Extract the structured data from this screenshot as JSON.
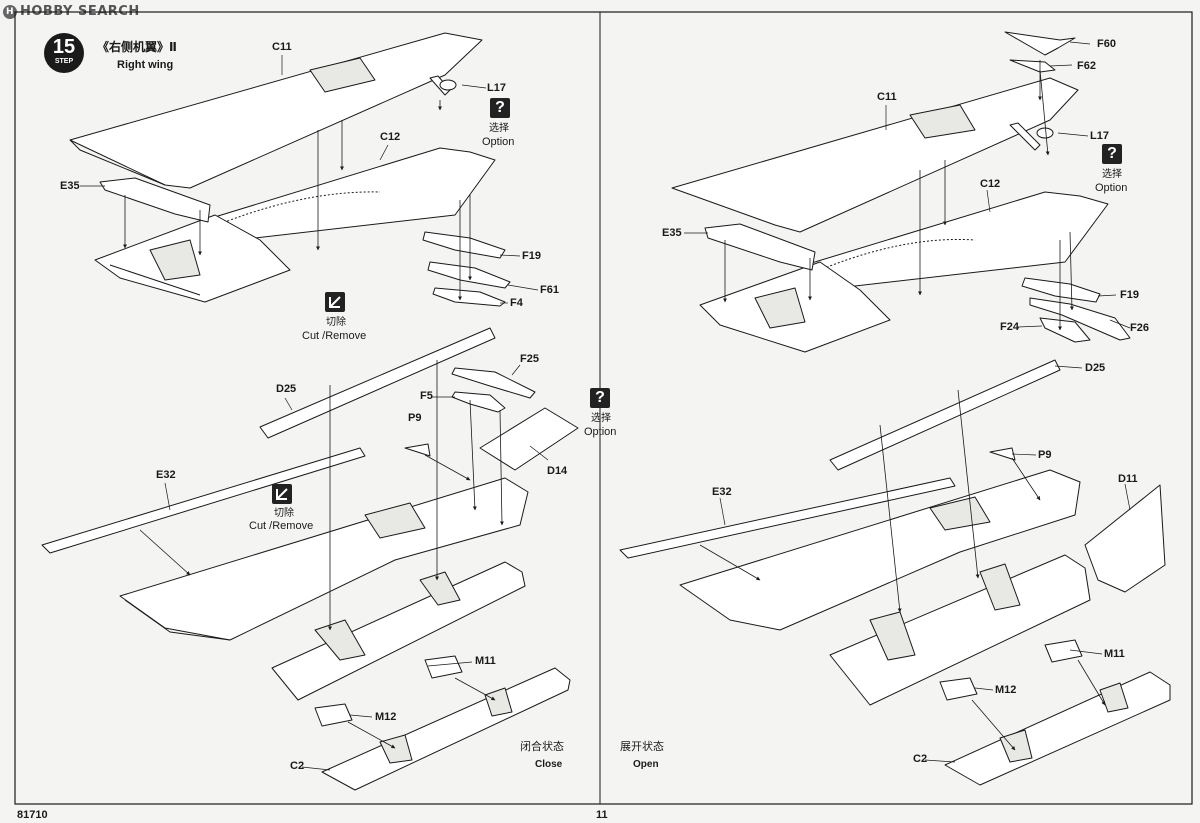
{
  "watermark": "HOBBY SEARCH",
  "watermark_mark": "H",
  "step": {
    "number": "15",
    "word": "STEP"
  },
  "title": {
    "zh": "《右侧机翼》Ⅱ",
    "en": "Right wing"
  },
  "left_panel": {
    "parts": [
      "C11",
      "L17",
      "C12",
      "E35",
      "F19",
      "F61",
      "F4",
      "D25",
      "F25",
      "F5",
      "P9",
      "D14",
      "E32",
      "M11",
      "M12",
      "C2"
    ],
    "option_zh": "选择",
    "option_en": "Option",
    "option2_zh": "选择",
    "option2_en": "Option",
    "cut_zh": "切除",
    "cut_en": "Cut /Remove",
    "cut2_zh": "切除",
    "cut2_en": "Cut /Remove",
    "state_zh": "闭合状态",
    "state_en": "Close"
  },
  "right_panel": {
    "parts": [
      "F60",
      "F62",
      "C11",
      "L17",
      "C12",
      "E35",
      "F19",
      "F24",
      "F26",
      "D25",
      "P9",
      "D11",
      "E32",
      "M11",
      "M12",
      "C2"
    ],
    "option_zh": "选择",
    "option_en": "Option",
    "state_zh": "展开状态",
    "state_en": "Open"
  },
  "footer": {
    "code": "81710",
    "page": "11"
  },
  "colors": {
    "ink": "#1a1a1a",
    "paper": "#f4f4f2",
    "shade": "#e2e2df"
  }
}
